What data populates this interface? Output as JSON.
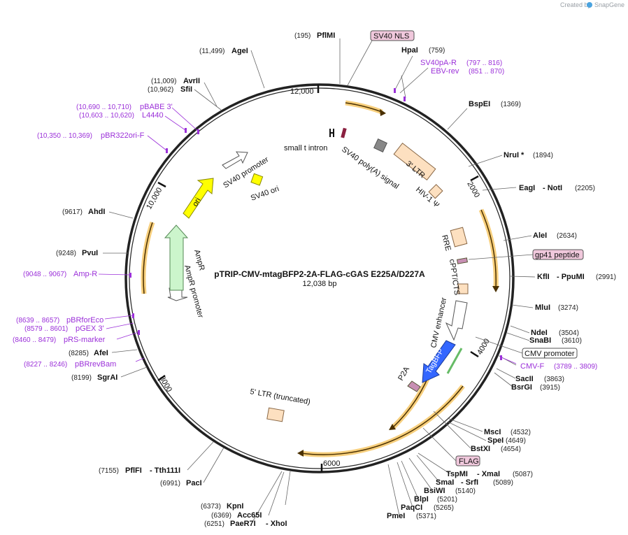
{
  "credit": {
    "created_by": "Created by",
    "brand": "SnapGene"
  },
  "plasmid": {
    "name": "pTRIP-CMV-mtagBFP2-2A-FLAG-cGAS E225A/D227A",
    "length": "12,038 bp"
  },
  "ticks": [
    "2000",
    "4000",
    "6000",
    "8000",
    "10,000",
    "12,000"
  ],
  "tags": [
    "SV40 NLS",
    "gp41 peptide",
    "CMV promoter",
    "FLAG"
  ],
  "enzymes": [
    {
      "pos": "(195)",
      "name": "PflMI"
    },
    {
      "name": "HpaI",
      "pos": "(759)"
    },
    {
      "name": "BspEI",
      "pos": "(1369)"
    },
    {
      "name": "NruI *",
      "pos": "(1894)"
    },
    {
      "name": "EagI",
      "name2": "- NotI",
      "pos": "(2205)"
    },
    {
      "name": "AleI",
      "pos": "(2634)"
    },
    {
      "name": "KflI",
      "name2": "- PpuMI",
      "pos": "(2991)"
    },
    {
      "name": "MluI",
      "pos": "(3274)"
    },
    {
      "name": "NdeI",
      "pos": "(3504)"
    },
    {
      "name": "SnaBI",
      "pos": "(3610)"
    },
    {
      "name": "SacII",
      "pos": "(3863)"
    },
    {
      "name": "BsrGI",
      "pos": "(3915)"
    },
    {
      "name": "MscI",
      "pos": "(4532)"
    },
    {
      "name": "SpeI",
      "pos": "(4649)"
    },
    {
      "name": "BstXI",
      "pos": "(4654)"
    },
    {
      "name": "TspMI",
      "name2": "- XmaI",
      "pos": "(5087)"
    },
    {
      "name": "SmaI",
      "name2": "- SrfI",
      "pos": "(5089)"
    },
    {
      "name": "BsiWI",
      "pos": "(5140)"
    },
    {
      "name": "BlpI",
      "pos": "(5201)"
    },
    {
      "name": "PaqCI",
      "pos": "(5265)"
    },
    {
      "name": "PmeI",
      "pos": "(5371)"
    },
    {
      "pos": "(6373)",
      "name": "KpnI"
    },
    {
      "pos": "(6369)",
      "name": "Acc65I"
    },
    {
      "pos": "(6251)",
      "name": "PaeR7I",
      "name2": "- XhoI"
    },
    {
      "pos": "(6991)",
      "name": "PacI"
    },
    {
      "pos": "(7155)",
      "name": "PflFI",
      "name2": "- Tth111I"
    },
    {
      "pos": "(8199)",
      "name": "SgrAI"
    },
    {
      "pos": "(8285)",
      "name": "AfeI"
    },
    {
      "pos": "(9248)",
      "name": "PvuI"
    },
    {
      "pos": "(9617)",
      "name": "AhdI"
    },
    {
      "pos": "(10,962)",
      "name": "SfiI"
    },
    {
      "pos": "(11,009)",
      "name": "AvrII"
    },
    {
      "pos": "(11,499)",
      "name": "AgeI"
    }
  ],
  "primers": [
    {
      "name": "SV40pA-R",
      "pos": "(797 .. 816)"
    },
    {
      "name": "EBV-rev",
      "pos": "(851 .. 870)"
    },
    {
      "name": "CMV-F",
      "pos": "(3789 .. 3809)"
    },
    {
      "pos": "(10,690 .. 10,710)",
      "name": "pBABE 3'"
    },
    {
      "pos": "(10,603 .. 10,620)",
      "name": "L4440"
    },
    {
      "pos": "(10,350 .. 10,369)",
      "name": "pBR322ori-F"
    },
    {
      "pos": "(9048 .. 9067)",
      "name": "Amp-R"
    },
    {
      "pos": "(8639 .. 8657)",
      "name": "pBRforEco"
    },
    {
      "pos": "(8579 .. 8601)",
      "name": "pGEX 3'"
    },
    {
      "pos": "(8460 .. 8479)",
      "name": "pRS-marker"
    },
    {
      "pos": "(8227 .. 8246)",
      "name": "pBRrevBam"
    }
  ],
  "features": {
    "small_t_intron": "small t intron",
    "sv40_polya": "SV40 poly(A) signal",
    "ltr3": "3' LTR",
    "hiv_psi": "HIV-1 Ψ",
    "rre": "RRE",
    "cppt": "cPPT/CTS",
    "cmv_enhancer": "CMV enhancer",
    "tagbfp": "TagBFP",
    "p2a": "P2A",
    "ltr5": "5' LTR (truncated)",
    "ampr_promoter": "AmpR promoter",
    "ampr": "AmpR",
    "ori": "ori",
    "sv40_ori": "SV40 ori",
    "sv40_promoter": "SV40 promoter"
  }
}
